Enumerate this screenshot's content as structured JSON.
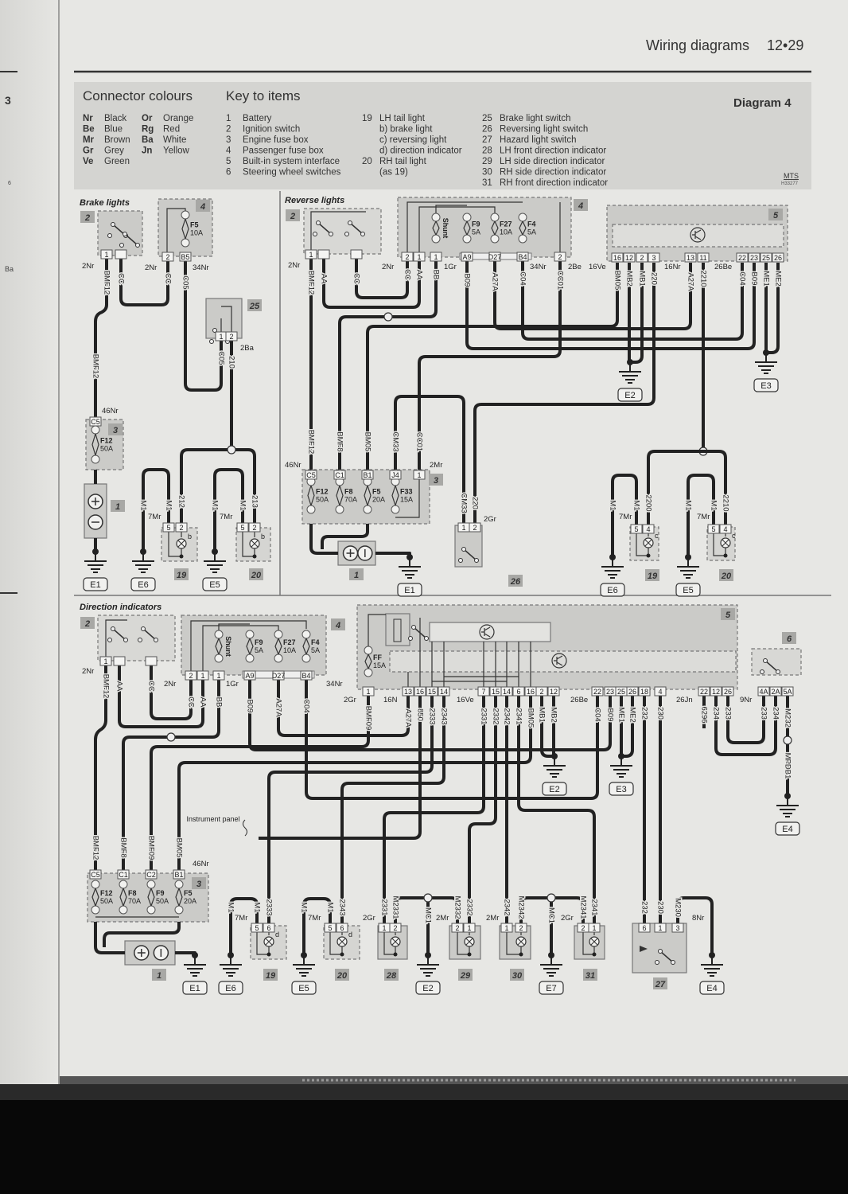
{
  "header": {
    "title": "Wiring diagrams",
    "page": "12•29"
  },
  "margin_marks": [
    "3",
    "6",
    "Ba"
  ],
  "key": {
    "connector_title": "Connector colours",
    "colours": [
      {
        "code": "Nr",
        "name": "Black"
      },
      {
        "code": "Be",
        "name": "Blue"
      },
      {
        "code": "Mr",
        "name": "Brown"
      },
      {
        "code": "Gr",
        "name": "Grey"
      },
      {
        "code": "Ve",
        "name": "Green"
      },
      {
        "code": "Or",
        "name": "Orange"
      },
      {
        "code": "Rg",
        "name": "Red"
      },
      {
        "code": "Ba",
        "name": "White"
      },
      {
        "code": "Jn",
        "name": "Yellow"
      }
    ],
    "items_title": "Key to items",
    "items_col1": [
      {
        "num": "1",
        "label": "Battery"
      },
      {
        "num": "2",
        "label": "Ignition switch"
      },
      {
        "num": "3",
        "label": "Engine fuse box"
      },
      {
        "num": "4",
        "label": "Passenger fuse box"
      },
      {
        "num": "5",
        "label": "Built-in system interface"
      },
      {
        "num": "6",
        "label": "Steering wheel switches"
      }
    ],
    "items_col2": [
      {
        "num": "19",
        "label": "LH tail light"
      },
      {
        "num": "",
        "label": "b) brake light"
      },
      {
        "num": "",
        "label": "c) reversing light"
      },
      {
        "num": "",
        "label": "d) direction indicator"
      },
      {
        "num": "20",
        "label": "RH tail light"
      },
      {
        "num": "",
        "label": "(as 19)"
      }
    ],
    "items_col3": [
      {
        "num": "25",
        "label": "Brake light switch"
      },
      {
        "num": "26",
        "label": "Reversing light switch"
      },
      {
        "num": "27",
        "label": "Hazard light switch"
      },
      {
        "num": "28",
        "label": "LH front direction indicator"
      },
      {
        "num": "29",
        "label": "LH side direction indicator"
      },
      {
        "num": "30",
        "label": "RH side direction indicator"
      },
      {
        "num": "31",
        "label": "RH front direction indicator"
      }
    ],
    "diagram_label": "Diagram 4",
    "logo": "MTS",
    "ref": "H33277"
  },
  "brake": {
    "title": "Brake lights",
    "badges": [
      "2",
      "4",
      "25",
      "3",
      "1",
      "19",
      "20"
    ],
    "wires": [
      "BMF12",
      "BMF12",
      "CC",
      "CC",
      "C05",
      "C05",
      "210",
      "M1",
      "M1",
      "212",
      "M1",
      "M1",
      "213"
    ],
    "pins": [
      "1",
      "",
      "2",
      "B5",
      "1",
      "2",
      "C5",
      "5",
      "2",
      "5",
      "2"
    ],
    "harness": [
      "2Nr",
      "2Nr",
      "34Nr",
      "2Ba",
      "46Nr",
      "7Mr",
      "7Mr"
    ],
    "fuses": [
      {
        "id": "F5",
        "rating": "10A"
      },
      {
        "id": "F12",
        "rating": "50A"
      }
    ],
    "functions": [
      "b",
      "b"
    ],
    "grounds": [
      "E1",
      "E6",
      "E5"
    ]
  },
  "reverse": {
    "title": "Reverse lights",
    "badges": [
      "2",
      "4",
      "5",
      "3",
      "1",
      "26",
      "19",
      "20"
    ],
    "wires": [
      "BMF12",
      "AA",
      "CC",
      "CC",
      "AA",
      "BB",
      "B09",
      "A27A",
      "C04",
      "CC01",
      "BM05",
      "MB2",
      "MB1",
      "220",
      "A27A",
      "2210",
      "C04",
      "B09",
      "ME1",
      "ME2",
      "BMF12",
      "BMF8",
      "BM05",
      "CM33",
      "CC01",
      "CM33",
      "220",
      "M1",
      "M1",
      "2200",
      "M1",
      "M1",
      "2210"
    ],
    "pins": [
      "1",
      "",
      "",
      "2",
      "1",
      "1",
      "A9",
      "D27",
      "B4",
      "2",
      "16",
      "12",
      "2",
      "3",
      "13",
      "11",
      "22",
      "23",
      "25",
      "26",
      "C5",
      "C1",
      "B1",
      "J4",
      "1",
      "1",
      "2",
      "5",
      "4",
      "5",
      "4"
    ],
    "harness": [
      "2Nr",
      "2Nr",
      "1Gr",
      "34Nr",
      "2Be",
      "16Ve",
      "16Nr",
      "26Be",
      "46Nr",
      "2Mr",
      "2Gr",
      "7Mr",
      "7Mr"
    ],
    "fuses": [
      {
        "id": "Shunt",
        "rating": ""
      },
      {
        "id": "F9",
        "rating": "5A"
      },
      {
        "id": "F27",
        "rating": "10A"
      },
      {
        "id": "F4",
        "rating": "5A"
      },
      {
        "id": "F12",
        "rating": "50A"
      },
      {
        "id": "F8",
        "rating": "70A"
      },
      {
        "id": "F5",
        "rating": "20A"
      },
      {
        "id": "F33",
        "rating": "15A"
      }
    ],
    "functions": [
      "c",
      "c"
    ],
    "grounds": [
      "E2",
      "E3",
      "E1",
      "E6",
      "E5"
    ]
  },
  "direction": {
    "title": "Direction indicators",
    "instrument_panel": "Instrument panel",
    "badges": [
      "2",
      "4",
      "5",
      "6",
      "3",
      "1",
      "19",
      "20",
      "28",
      "29",
      "30",
      "31",
      "27"
    ],
    "wires": [
      "BMF12",
      "AA",
      "CC",
      "CC",
      "AA",
      "BB",
      "B09",
      "A27A",
      "C04",
      "BMF09",
      "A27A",
      "850",
      "2333",
      "2343",
      "2331",
      "2332",
      "2342",
      "2341",
      "BM05",
      "MB1",
      "MB2",
      "C04",
      "B09",
      "ME1",
      "ME2",
      "232",
      "230",
      "6296",
      "234",
      "233",
      "233",
      "234",
      "M232",
      "MPDB1",
      "BMF12",
      "BMF8",
      "BMF09",
      "BM05",
      "M1",
      "M1",
      "2333",
      "M1",
      "M1",
      "2343",
      "2331",
      "M2331",
      "MC1",
      "M2332",
      "2332",
      "2342",
      "M2342",
      "MC1",
      "M2341",
      "2341",
      "232",
      "230",
      "M230"
    ],
    "pins": [
      "1",
      "",
      "",
      "2",
      "1",
      "1",
      "A9",
      "D27",
      "B4",
      "1",
      "13",
      "16",
      "15",
      "14",
      "7",
      "15",
      "14",
      "6",
      "16",
      "2",
      "12",
      "22",
      "23",
      "25",
      "26",
      "18",
      "4",
      "22",
      "12",
      "26",
      "4A",
      "2A",
      "5A",
      "C5",
      "C1",
      "C2",
      "B1",
      "5",
      "6",
      "5",
      "6",
      "1",
      "2",
      "2",
      "1",
      "1",
      "2",
      "2",
      "1",
      "6",
      "1",
      "3"
    ],
    "harness": [
      "2Nr",
      "2Nr",
      "1Gr",
      "34Nr",
      "2Gr",
      "16N",
      "16Ve",
      "26Be",
      "26Jn",
      "9Nr",
      "46Nr",
      "7Mr",
      "7Mr",
      "2Gr",
      "2Mr",
      "2Mr",
      "2Gr",
      "8Nr"
    ],
    "fuses": [
      {
        "id": "Shunt",
        "rating": ""
      },
      {
        "id": "F9",
        "rating": "5A"
      },
      {
        "id": "F27",
        "rating": "10A"
      },
      {
        "id": "F4",
        "rating": "5A"
      },
      {
        "id": "FF",
        "rating": "15A"
      },
      {
        "id": "F12",
        "rating": "50A"
      },
      {
        "id": "F8",
        "rating": "70A"
      },
      {
        "id": "F9",
        "rating": "50A"
      },
      {
        "id": "F5",
        "rating": "20A"
      }
    ],
    "functions": [
      "d",
      "d"
    ],
    "grounds": [
      "E2",
      "E3",
      "E4",
      "E1",
      "E6",
      "E5",
      "E2",
      "E7",
      "E4"
    ]
  },
  "colors": {
    "paper": "#e7e7e4",
    "key_bg": "#d4d4d1",
    "component": "#cbcbc8",
    "wire": "#222222",
    "badge": "#a8a8a5"
  }
}
